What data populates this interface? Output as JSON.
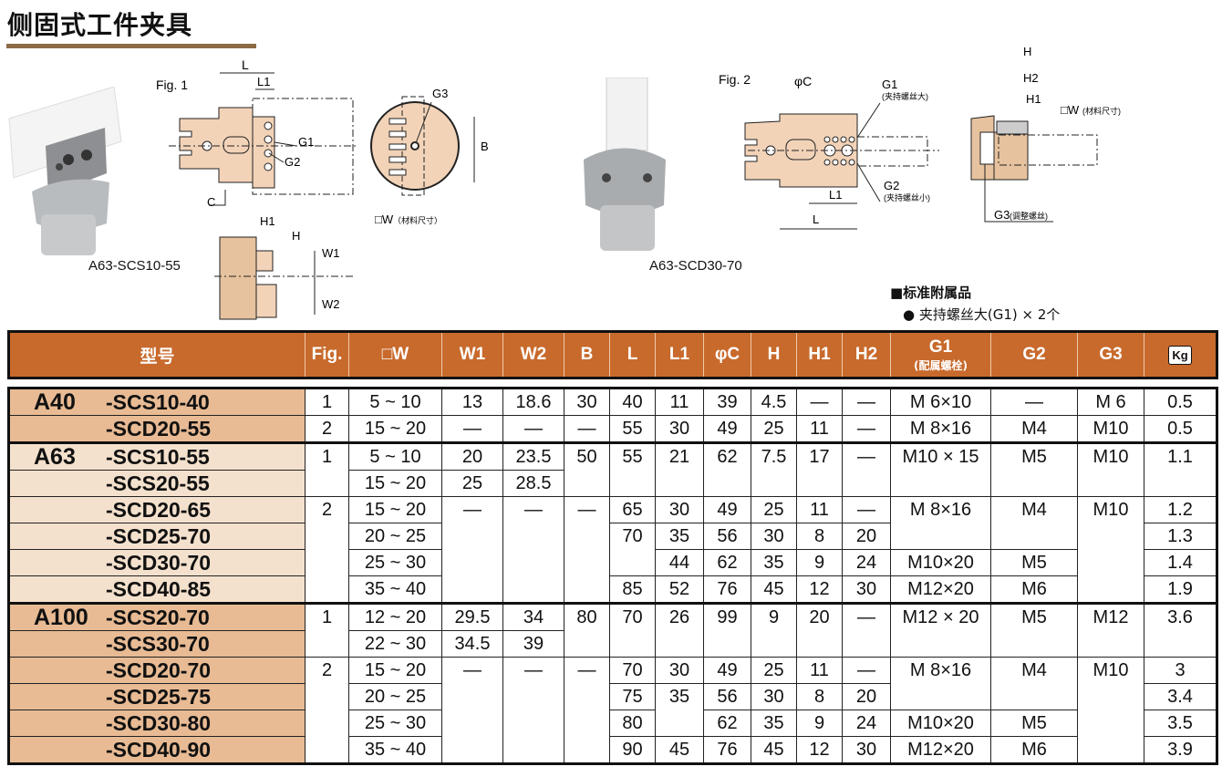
{
  "title": "侧固式工件夹具",
  "figures": {
    "fig1": {
      "label": "Fig. 1",
      "L": "L",
      "L1": "L1",
      "G1": "G1",
      "G2": "G2",
      "G3": "G3",
      "C": "C",
      "B": "B",
      "W": "□W",
      "W_note": "（材料尺寸）",
      "H": "H",
      "H1": "H1",
      "W1": "W1",
      "W2": "W2"
    },
    "fig2": {
      "label": "Fig. 2",
      "C": "φC",
      "G1": "G1",
      "G1_note": "(夹持螺丝大)",
      "G2": "G2",
      "G2_note": "(夹持螺丝小)",
      "L": "L",
      "L1": "L1",
      "H": "H",
      "H1": "H1",
      "H2": "H2",
      "W": "□W",
      "W_note": "(材料尺寸)",
      "G3": "G3",
      "G3_note": "(调整螺丝)"
    },
    "photo1_caption": "A63-SCS10-55",
    "photo2_caption": "A63-SCD30-70"
  },
  "accessories": {
    "heading": "■标准附属品",
    "item": "● 夹持螺丝大(G1) × 2个"
  },
  "table": {
    "headers": [
      "型号",
      "Fig.",
      "□W",
      "W1",
      "W2",
      "B",
      "L",
      "L1",
      "φC",
      "H",
      "H1",
      "H2",
      "G1",
      "G2",
      "G3",
      "Kg"
    ],
    "g1_subheader": "(配属螺栓)",
    "rows": [
      {
        "pre": "A40",
        "model": "-SCS10-40",
        "cells": [
          "1",
          "5 ~ 10",
          "13",
          "18.6",
          "30",
          "40",
          "11",
          "39",
          "4.5",
          "—",
          "—",
          "M  6×10",
          "—",
          "M  6",
          "0.5"
        ]
      },
      {
        "pre": "",
        "model": "-SCD20-55",
        "cells": [
          "2",
          "15 ~ 20",
          "—",
          "—",
          "—",
          "55",
          "30",
          "49",
          "25",
          "11",
          "—",
          "M  8×16",
          "M4",
          "M10",
          "0.5"
        ]
      },
      {
        "pre": "A63",
        "model": "-SCS10-55",
        "cells": [
          "1",
          "5 ~ 10",
          "20",
          "23.5",
          "50",
          "55",
          "21",
          "62",
          "7.5",
          "17",
          "—",
          "M10 × 15",
          "M5",
          "M10",
          "1.1"
        ]
      },
      {
        "pre": "",
        "model": "-SCS20-55",
        "cells": [
          "15 ~ 20",
          "25",
          "28.5"
        ]
      },
      {
        "pre": "",
        "model": "-SCD20-65",
        "cells": [
          "2",
          "15 ~ 20",
          "—",
          "—",
          "—",
          "65",
          "30",
          "49",
          "25",
          "11",
          "—",
          "M  8×16",
          "M4",
          "M10",
          "1.2"
        ]
      },
      {
        "pre": "",
        "model": "-SCD25-70",
        "cells": [
          "20 ~ 25",
          "70",
          "35",
          "56",
          "30",
          "8",
          "20",
          "1.3"
        ]
      },
      {
        "pre": "",
        "model": "-SCD30-70",
        "cells": [
          "25 ~ 30",
          "44",
          "62",
          "35",
          "9",
          "24",
          "M10×20",
          "M5",
          "1.4"
        ]
      },
      {
        "pre": "",
        "model": "-SCD40-85",
        "cells": [
          "35 ~ 40",
          "85",
          "52",
          "76",
          "45",
          "12",
          "30",
          "M12×20",
          "M6",
          "1.9"
        ]
      },
      {
        "pre": "A100",
        "model": "-SCS20-70",
        "cells": [
          "1",
          "12 ~ 20",
          "29.5",
          "34",
          "80",
          "70",
          "26",
          "99",
          "9",
          "20",
          "—",
          "M12 × 20",
          "M5",
          "M12",
          "3.6"
        ]
      },
      {
        "pre": "",
        "model": "-SCS30-70",
        "cells": [
          "22 ~ 30",
          "34.5",
          "39"
        ]
      },
      {
        "pre": "",
        "model": "-SCD20-70",
        "cells": [
          "2",
          "15 ~ 20",
          "—",
          "—",
          "—",
          "70",
          "30",
          "49",
          "25",
          "11",
          "—",
          "M  8×16",
          "M4",
          "M10",
          "3"
        ]
      },
      {
        "pre": "",
        "model": "-SCD25-75",
        "cells": [
          "20 ~ 25",
          "75",
          "35",
          "56",
          "30",
          "8",
          "20",
          "3.4"
        ]
      },
      {
        "pre": "",
        "model": "-SCD30-80",
        "cells": [
          "25 ~ 30",
          "80",
          "62",
          "35",
          "9",
          "24",
          "M10×20",
          "M5",
          "3.5"
        ]
      },
      {
        "pre": "",
        "model": "-SCD40-90",
        "cells": [
          "35 ~ 40",
          "90",
          "45",
          "76",
          "45",
          "12",
          "30",
          "M12×20",
          "M6",
          "3.9"
        ]
      }
    ]
  },
  "colors": {
    "header": "#c86a2c",
    "model_dark": "#e8bb94",
    "model_light": "#f4e1cd",
    "part": "#f2d3b8",
    "rule": "#8b6a45"
  }
}
